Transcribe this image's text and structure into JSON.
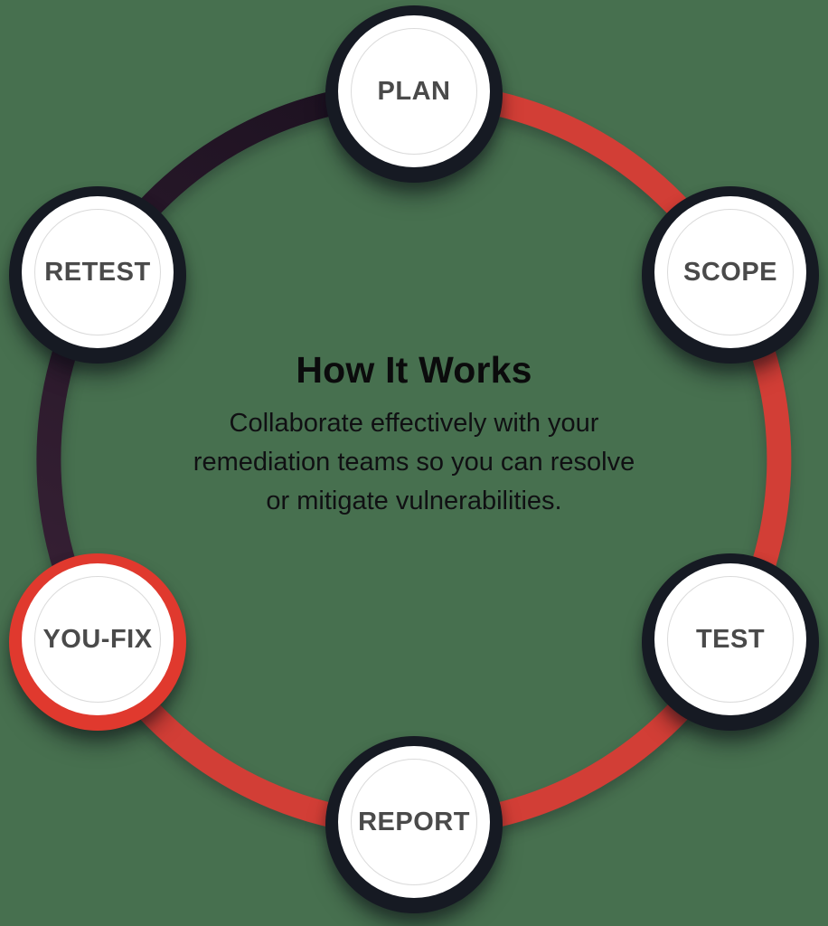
{
  "page": {
    "background_color": "#47704F"
  },
  "center": {
    "title": "How It Works",
    "description_lines": [
      "Collaborate effectively with your",
      "remediation teams so you can resolve",
      "or mitigate vulnerabilities."
    ]
  },
  "ring": {
    "red_color": "#D23E36",
    "dark_color_start": "#1C1120",
    "dark_color_end": "#362034"
  },
  "nodes": [
    {
      "label": "PLAN",
      "position": "top",
      "accent": "dark"
    },
    {
      "label": "SCOPE",
      "position": "upper-right",
      "accent": "dark"
    },
    {
      "label": "TEST",
      "position": "lower-right",
      "accent": "dark"
    },
    {
      "label": "REPORT",
      "position": "bottom",
      "accent": "dark"
    },
    {
      "label": "YOU-FIX",
      "position": "lower-left",
      "accent": "red"
    },
    {
      "label": "RETEST",
      "position": "upper-left",
      "accent": "dark"
    }
  ],
  "colors": {
    "node_border_dark": "#161A23",
    "node_border_red": "#E0392E",
    "node_fill": "#FFFFFF",
    "node_inner_ring": "#DBDBDB",
    "node_label": "#4A4A4A",
    "title_text": "#0B0B0C",
    "body_text": "#101013"
  }
}
